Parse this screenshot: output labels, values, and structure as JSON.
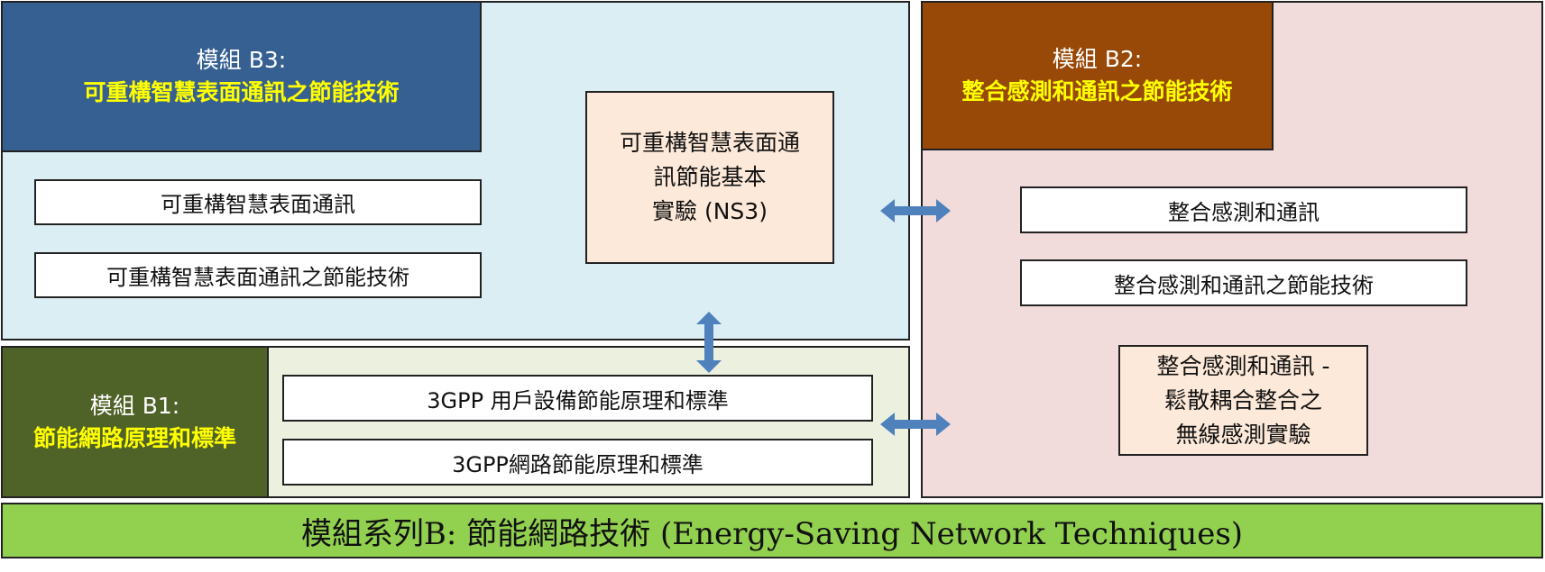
{
  "colors": {
    "b3_panel": "#dbeef4",
    "b3_header": "#376092",
    "b2_panel": "#f2dcdb",
    "b2_header": "#984807",
    "b1_panel": "#ebf1de",
    "b1_header": "#4f6228",
    "footer": "#92d050",
    "arrow": "#4f81bd",
    "experiment_box": "#fde9d9",
    "highlight_text": "#ffff00"
  },
  "module_b3": {
    "title_line1": "模組 B3:",
    "title_line2": "可重構智慧表面通訊之節能技術",
    "items": [
      "可重構智慧表面通訊",
      "可重構智慧表面通訊之節能技術"
    ],
    "experiment": "可重構智慧表面通\n訊節能基本\n實驗 (NS3)"
  },
  "module_b2": {
    "title_line1": "模組 B2:",
    "title_line2": "整合感測和通訊之節能技術",
    "items": [
      "整合感測和通訊",
      "整合感測和通訊之節能技術"
    ],
    "experiment": "整合感測和通訊 -\n鬆散耦合整合之\n無線感測實驗"
  },
  "module_b1": {
    "title_line1": "模組 B1:",
    "title_line2": "節能網路原理和標準",
    "items": [
      "3GPP 用戶設備節能原理和標準",
      "3GPP網路節能原理和標準"
    ]
  },
  "footer": {
    "label": "模組系列B: 節能網路技術 (Energy-Saving Network Techniques)"
  },
  "arrows": [
    "double-arrow-icon",
    "double-arrow-icon",
    "double-arrow-icon"
  ]
}
